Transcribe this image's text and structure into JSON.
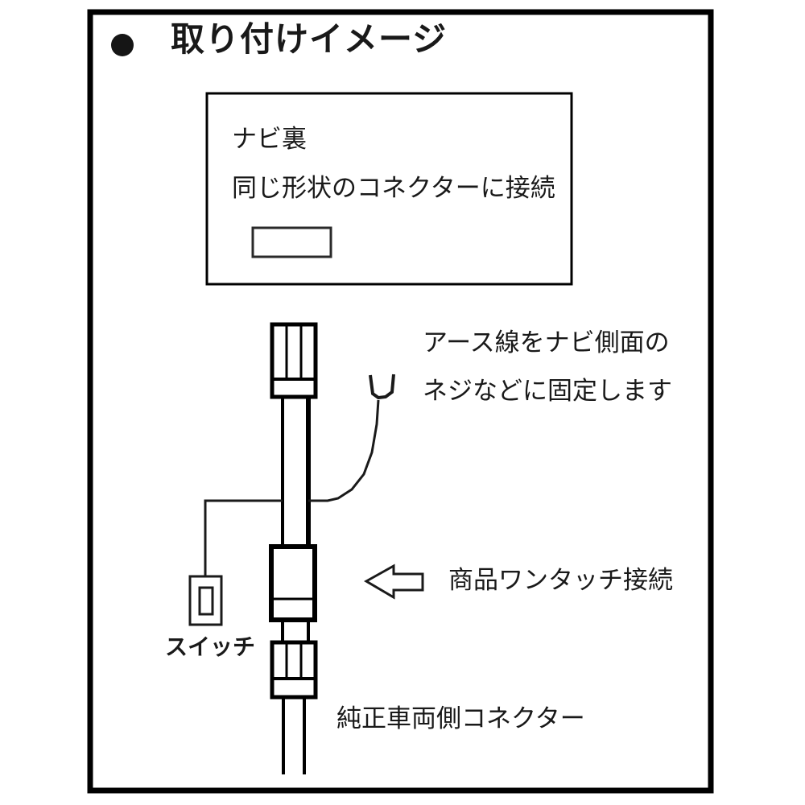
{
  "document": {
    "type": "installation-diagram",
    "language": "ja",
    "background_color": "#ffffff",
    "line_color": "#000000",
    "text_color": "#191919"
  },
  "header": {
    "bullet": "filled-circle-bullet",
    "title": "取り付けイメージ"
  },
  "note_box": {
    "lines": [
      "ナビ裏",
      "同じ形状のコネクターに接続"
    ],
    "placeholder_rect_label": ""
  },
  "annotations": {
    "ground_wire": {
      "line1": "アース線をナビ側面の",
      "line2": "ネジなどに固定します"
    },
    "one_touch": {
      "label": "商品ワンタッチ接続",
      "arrow": "left-arrow-icon"
    },
    "switch": {
      "label": "スイッチ"
    },
    "oem_connector": {
      "label": "純正車両側コネクター"
    }
  },
  "parts": {
    "navi_side_connector": "navi-side-connector",
    "product_connector": "product-connector",
    "vehicle_side_connector": "vehicle-side-connector",
    "ground_terminal": "fork-terminal-icon",
    "switch_body": "switch-body",
    "harness_cable": "harness-cable"
  }
}
